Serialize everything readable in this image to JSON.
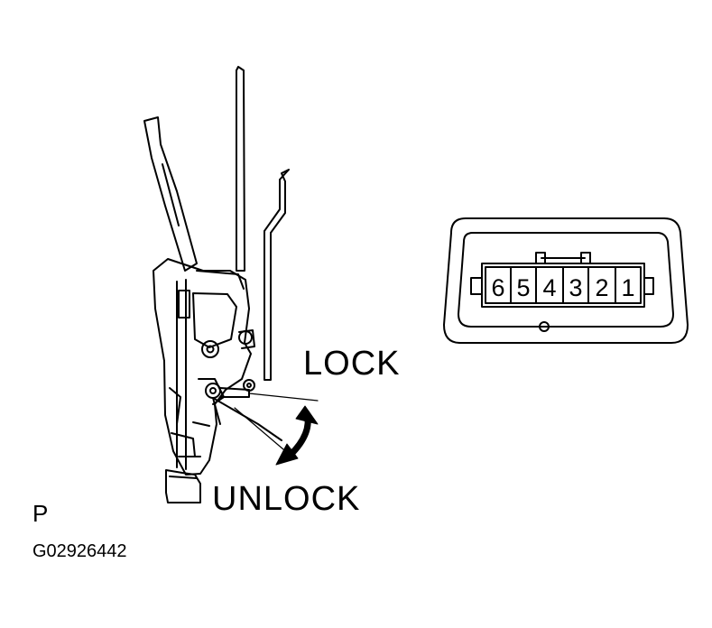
{
  "labels": {
    "lock": "LOCK",
    "unlock": "UNLOCK",
    "view": "P",
    "figure_code": "G02926442"
  },
  "connector": {
    "pins": [
      "6",
      "5",
      "4",
      "3",
      "2",
      "1"
    ]
  },
  "colors": {
    "line": "#000000",
    "background": "#ffffff"
  }
}
